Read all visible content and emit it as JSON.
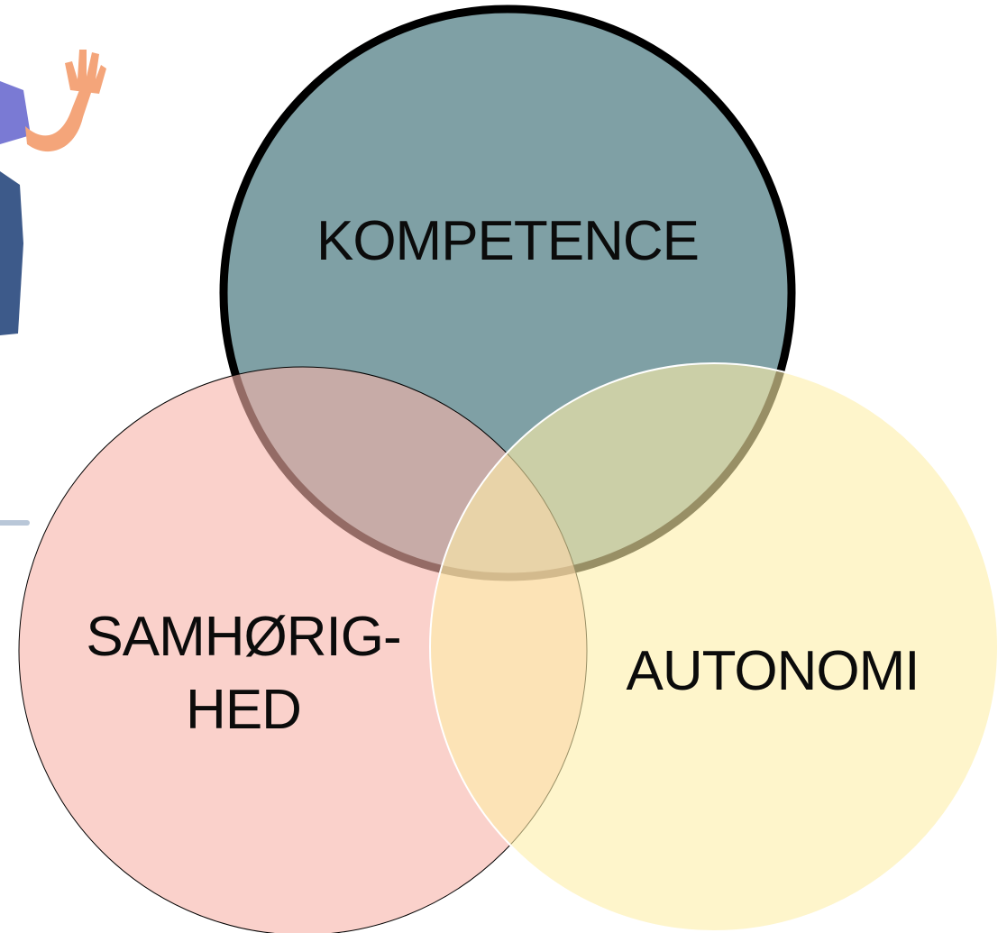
{
  "diagram": {
    "type": "venn",
    "circles": [
      {
        "id": "kompetence",
        "label_lines": [
          "KOMPETENCE"
        ],
        "color": "#7fa0a5",
        "border": "#000000"
      },
      {
        "id": "samhorighed",
        "label_lines": [
          "SAMHØRIG-",
          "HED"
        ],
        "color": "#f6b3a8",
        "border": "#000000"
      },
      {
        "id": "autonomi",
        "label_lines": [
          "AUTONOMI"
        ],
        "color": "#fdeea8",
        "border": "#ffffff"
      }
    ]
  },
  "illustration": {
    "name": "waving-person-illustration",
    "colors": {
      "skin": "#f4a57a",
      "shirt": "#7a7ad4",
      "trousers": "#3d5a8a",
      "floor": "#b9c7d8"
    }
  }
}
